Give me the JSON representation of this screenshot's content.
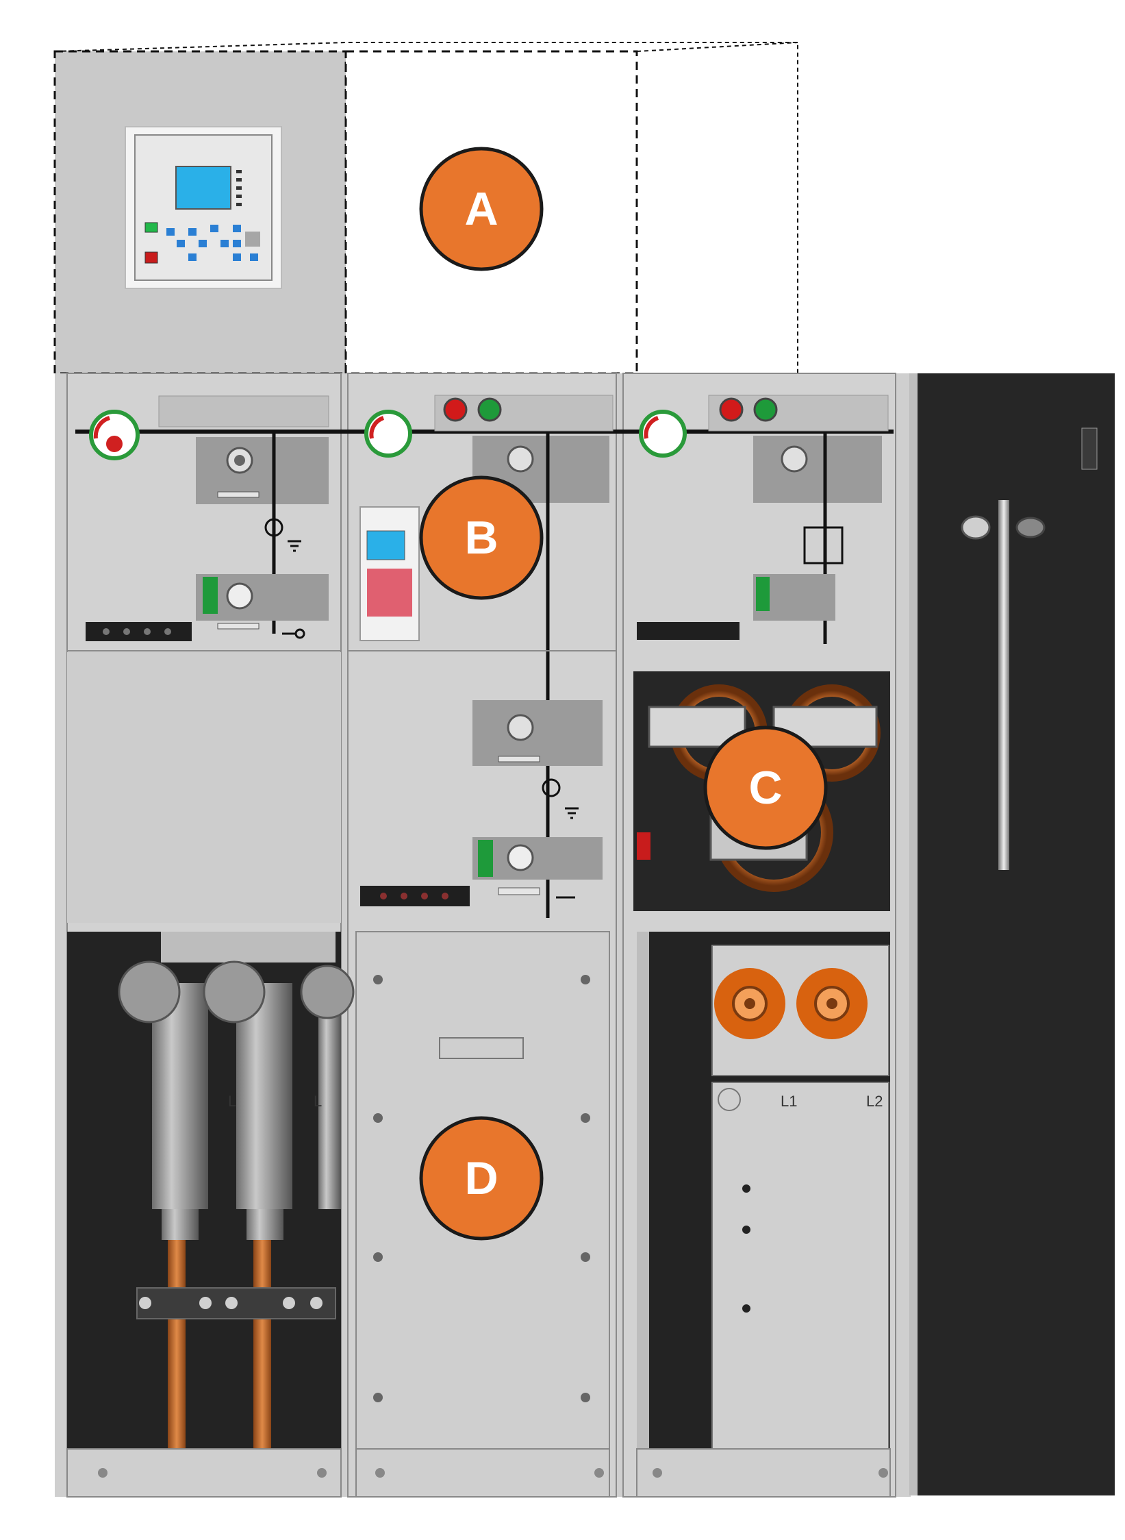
{
  "figure": {
    "markers": [
      {
        "id": "a",
        "label": "A"
      },
      {
        "id": "b",
        "label": "B"
      },
      {
        "id": "c",
        "label": "C"
      },
      {
        "id": "d",
        "label": "D"
      }
    ],
    "phase_labels": {
      "cable_left_1": "L",
      "cable_left_2": "L",
      "right_1": "L1",
      "right_2": "L2"
    },
    "colors": {
      "marker_fill": "#E8762C",
      "marker_stroke": "#1a1a1a",
      "panel_grey": "#c8c8c8",
      "panel_light": "#d6d6d6",
      "dark_section": "#262626",
      "copper": "#c46a2a",
      "bushing_orange": "#d8620f",
      "relay_screen": "#2ab0e8",
      "relay_key": "#2a7fd4",
      "btn_red": "#d21a1a",
      "btn_green": "#1e9a3a"
    }
  }
}
